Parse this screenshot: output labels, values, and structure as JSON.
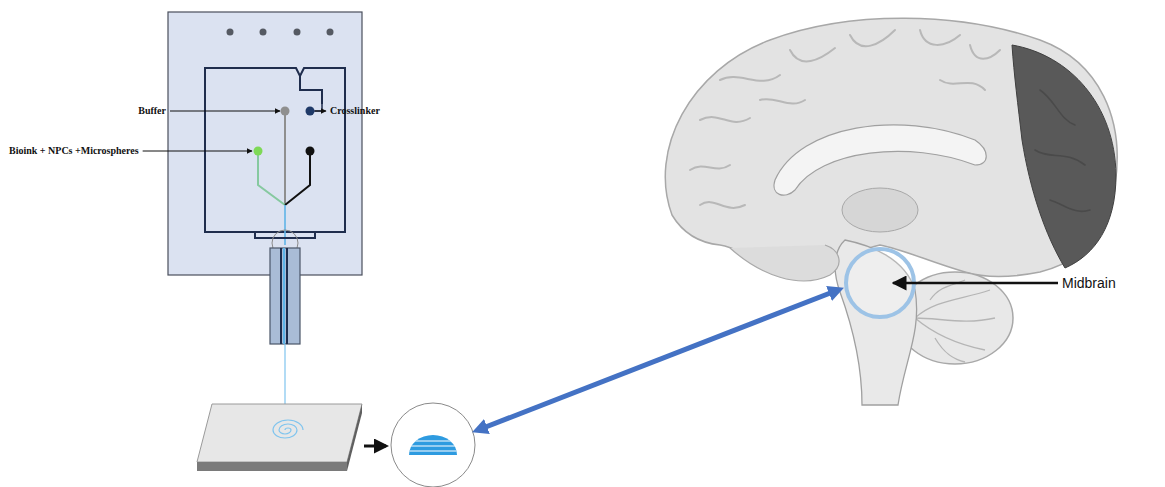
{
  "diagram": {
    "labels": [
      "Buffer",
      "Crosslinker",
      "Bioink + NPCs +Microspheres",
      "Midbrain"
    ]
  }
}
